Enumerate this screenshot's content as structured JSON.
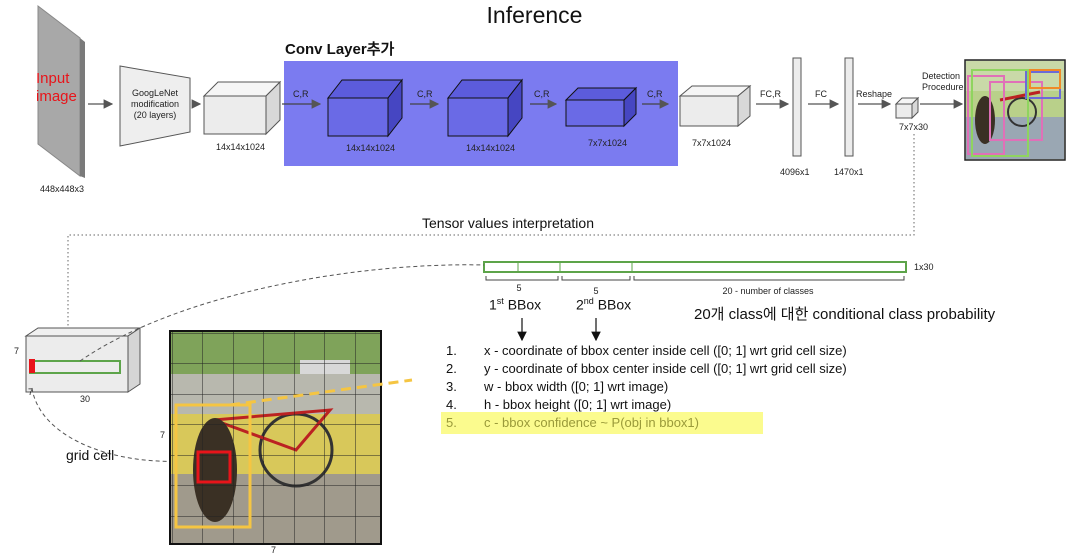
{
  "title": "Inference",
  "conv_layer_title": "Conv Layer추가",
  "tensor_interpretation": "Tensor values interpretation",
  "input_label": "Input image",
  "input_dim": "448x448x3",
  "googlenet_label": "GoogLeNet modification (20 layers)",
  "dims": {
    "d1": "14x14x1024",
    "d2": "14x14x1024",
    "d3": "14x14x1024",
    "d4": "7x7x1024",
    "d5": "7x7x1024",
    "fc1": "4096x1",
    "fc2": "1470x1",
    "reshape_out": "7x7x30",
    "vector": "1x30"
  },
  "ops": {
    "cr1": "C,R",
    "cr2": "C,R",
    "cr3": "C,R",
    "cr4": "C,R",
    "fcr": "FC,R",
    "fc": "FC",
    "reshape": "Reshape",
    "detection": "Detection Procedure"
  },
  "vector_segments": {
    "seg1": "5",
    "seg2": "5",
    "seg3": "20 - number of classes"
  },
  "bbox1": {
    "prefix": "1",
    "sup": "st",
    "suffix": " BBox"
  },
  "bbox2": {
    "prefix": "2",
    "sup": "nd",
    "suffix": " BBox"
  },
  "class_prob_label": "20개 class에 대한 conditional class probability",
  "list_items": [
    {
      "num": "1.",
      "text": "x - coordinate of bbox center inside cell ([0; 1] wrt grid cell size)"
    },
    {
      "num": "2.",
      "text": "y - coordinate of bbox center inside cell ([0; 1] wrt grid cell size)"
    },
    {
      "num": "3.",
      "text": "w - bbox width ([0; 1] wrt image)"
    },
    {
      "num": "4.",
      "text": "h - bbox height ([0; 1] wrt image)"
    },
    {
      "num": "5.",
      "text": "c - bbox confidence ~ P(obj in bbox1)"
    }
  ],
  "tensor_box": {
    "side": "7",
    "bottom_left": "7",
    "depth": "30"
  },
  "grid": {
    "side": "7",
    "bottom": "7"
  },
  "grid_cell_label": "grid cell",
  "colors": {
    "conv_band": "#7b7bf0",
    "input_red": "#e8141a",
    "vector_green": "#5da44a",
    "bbox_yellow": "#f5c542",
    "highlight": "#fbfb8e",
    "cell_red": "#e8141a"
  }
}
